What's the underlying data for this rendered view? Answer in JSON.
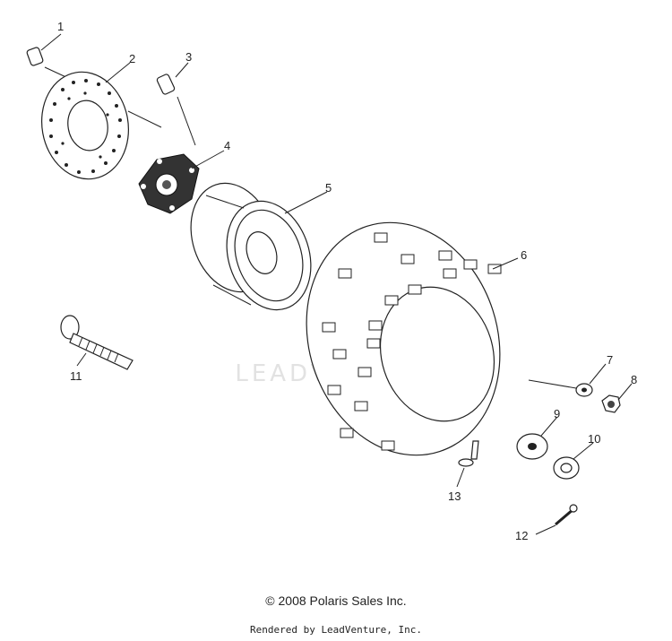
{
  "watermark": "LEADVENTURE",
  "callouts": [
    "1",
    "2",
    "3",
    "4",
    "5",
    "6",
    "7",
    "8",
    "9",
    "10",
    "11",
    "12",
    "13"
  ],
  "footer": {
    "copyright": "© 2008 Polaris Sales Inc.",
    "rendered_by": "Rendered by LeadVenture, Inc."
  },
  "colors": {
    "line": "#222222",
    "background": "#ffffff",
    "watermark": "#e2e2e2"
  }
}
